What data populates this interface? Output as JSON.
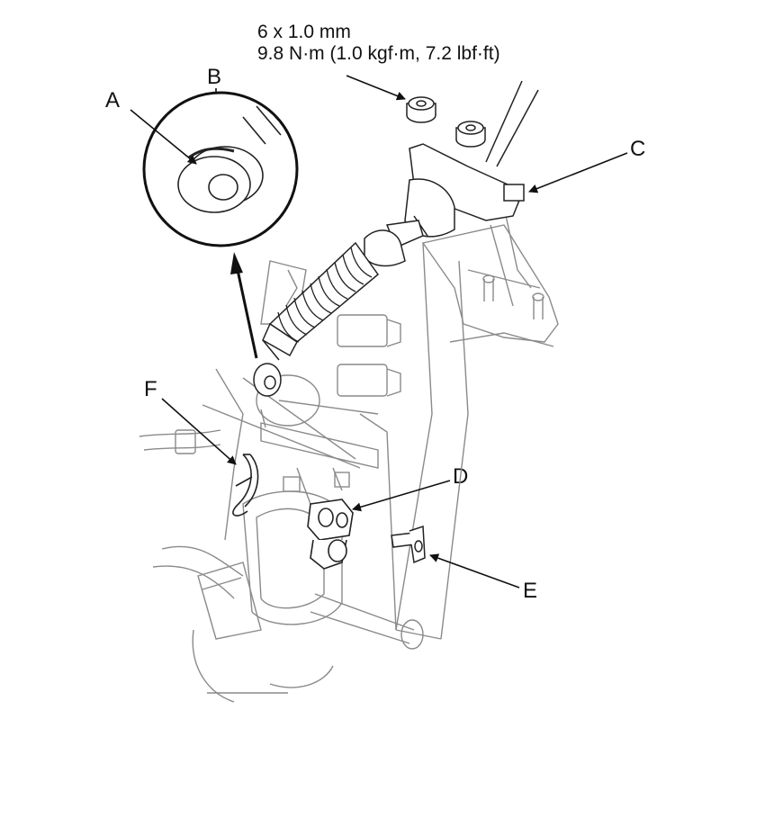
{
  "spec": {
    "size": "6 x 1.0 mm",
    "torque": "9.8 N·m (1.0 kgf·m, 7.2 lbf·ft)"
  },
  "callouts": {
    "a": "A",
    "b": "B",
    "c": "C",
    "d": "D",
    "e": "E",
    "f": "F"
  }
}
